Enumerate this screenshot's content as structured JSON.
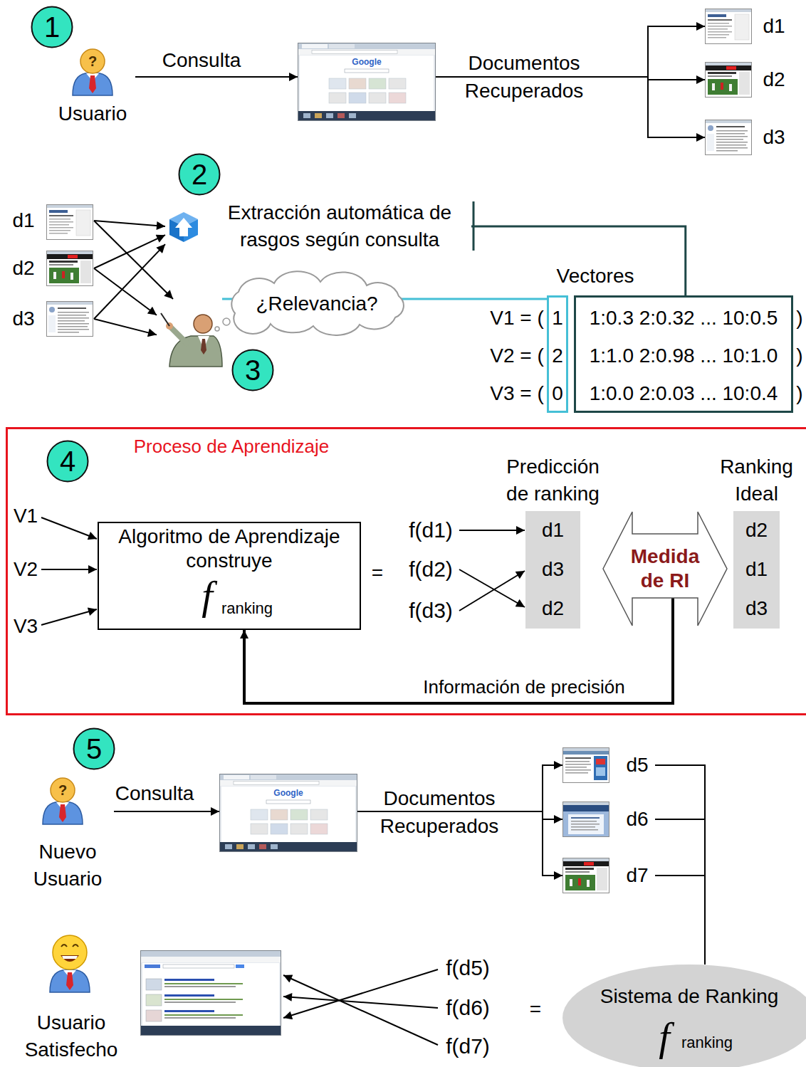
{
  "diagram": {
    "nodes": [
      {
        "text": [
          "1"
        ]
      },
      {
        "text": [
          "?",
          "Usuario"
        ]
      },
      {
        "text": [
          "Google"
        ]
      },
      {
        "text": [
          "d1"
        ]
      },
      {
        "text": [
          "d2"
        ]
      },
      {
        "text": [
          "d3"
        ]
      },
      {
        "text": [
          "2"
        ]
      },
      {
        "text": [
          "d1"
        ]
      },
      {
        "text": [
          "d2"
        ]
      },
      {
        "text": [
          "d3"
        ]
      },
      {
        "text": [
          "Extracción automática de rasgos según consulta"
        ]
      },
      {
        "text": [
          "¿Relevancia?"
        ]
      },
      {
        "text": [
          "3"
        ]
      },
      {
        "text": [
          "1",
          "2",
          "0"
        ]
      },
      {
        "text": [
          "1:0.3 2:0.32 ... 10:0.5",
          "1:1.0 2:0.98 ... 10:1.0",
          "1:0.0 2:0.03 ... 10:0.4"
        ]
      },
      {
        "text": [
          "Proceso de Aprendizaje"
        ]
      },
      {
        "text": [
          "4"
        ],
        "in": 15
      },
      {
        "text": [
          "Algoritmo de Aprendizaje construye",
          "f",
          "ranking"
        ],
        "in": 15
      },
      {
        "text": [
          "Predicción de ranking",
          "d1",
          "d3",
          "d2"
        ],
        "in": 15
      },
      {
        "text": [
          "Medida de RI"
        ],
        "in": 15
      },
      {
        "text": [
          "Ranking Ideal",
          "d2",
          "d1",
          "d3"
        ],
        "in": 15
      },
      {
        "text": [
          "5"
        ]
      },
      {
        "text": [
          "?",
          "Nuevo Usuario"
        ]
      },
      {
        "text": [
          "Google"
        ]
      },
      {
        "text": [
          "d5"
        ]
      },
      {
        "text": [
          "d6"
        ]
      },
      {
        "text": [
          "d7"
        ]
      },
      {
        "text": [
          "Sistema de Ranking",
          "f",
          "ranking"
        ]
      },
      {
        "text": [
          "Usuario Satisfecho"
        ]
      }
    ],
    "edges": [
      {
        "from": 1,
        "to": 2,
        "label": "Consulta",
        "arrow": "to"
      },
      {
        "from": 2,
        "to": 3,
        "label": "Documentos Recuperados",
        "arrow": "to"
      },
      {
        "from": 2,
        "to": 4,
        "arrow": "to"
      },
      {
        "from": 2,
        "to": 5,
        "arrow": "to"
      },
      {
        "from": 7,
        "to": 10,
        "arrow": "to"
      },
      {
        "from": 8,
        "to": 10,
        "arrow": "to"
      },
      {
        "from": 9,
        "to": 10,
        "arrow": "to"
      },
      {
        "from": 7,
        "to": 11,
        "arrow": "to"
      },
      {
        "from": 8,
        "to": 11,
        "arrow": "to"
      },
      {
        "from": 9,
        "to": 11,
        "arrow": "to"
      },
      {
        "from": 10,
        "to": 14,
        "arrow": "none"
      },
      {
        "from": 11,
        "to": 13,
        "arrow": "none"
      },
      {
        "from": 19,
        "to": 17,
        "label": "Información de precisión",
        "arrow": "to"
      },
      {
        "from": 22,
        "to": 23,
        "label": "Consulta",
        "arrow": "to"
      },
      {
        "from": 23,
        "to": 24,
        "label": "Documentos Recuperados",
        "arrow": "to"
      },
      {
        "from": 23,
        "to": 25,
        "arrow": "to"
      },
      {
        "from": 23,
        "to": 26,
        "arrow": "to"
      },
      {
        "from": 24,
        "to": 27,
        "arrow": "none"
      },
      {
        "from": 25,
        "to": 27,
        "arrow": "none"
      },
      {
        "from": 26,
        "to": 27,
        "arrow": "none"
      }
    ],
    "labels": [
      "Vectores",
      "V1 = (",
      ")",
      "V2 = (",
      ")",
      "V3 = (",
      ")",
      "V1",
      "V2",
      "V3",
      "=",
      "f(d1)",
      "f(d2)",
      "f(d3)",
      "=",
      "f(d5)",
      "f(d6)",
      "f(d7)"
    ]
  }
}
